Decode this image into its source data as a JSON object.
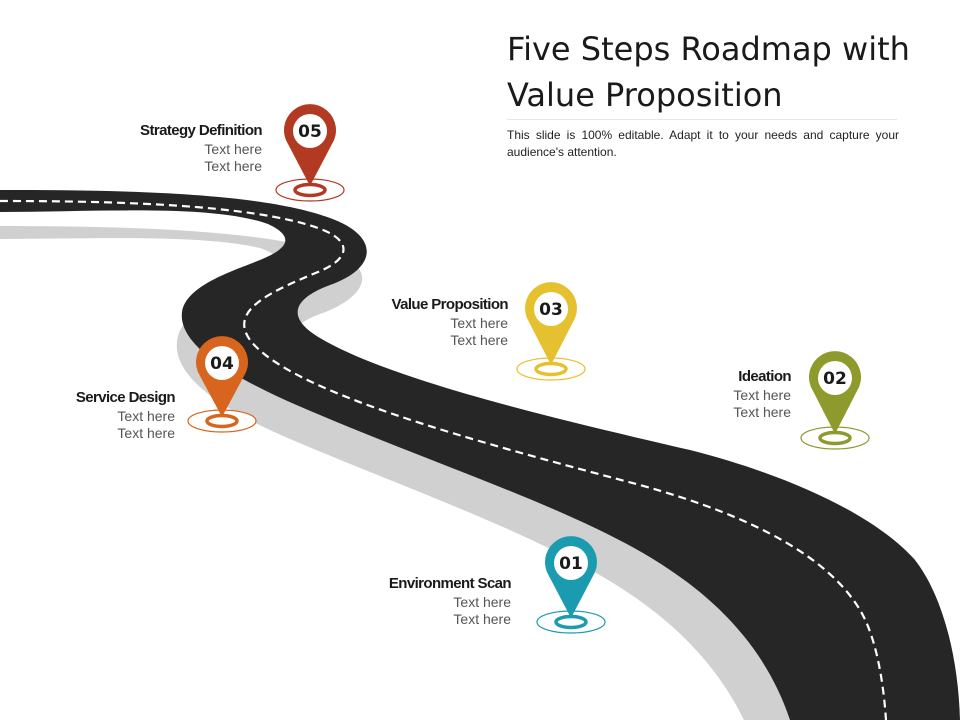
{
  "title": "Five Steps Roadmap with Value Proposition",
  "description": "This slide is 100% editable. Adapt it to your needs and capture your audience's attention.",
  "steps": [
    {
      "number": "01",
      "name": "Environment Scan",
      "line1": "Text here",
      "line2": "Text here",
      "color": "#1a9bb0"
    },
    {
      "number": "02",
      "name": "Ideation",
      "line1": "Text here",
      "line2": "Text here",
      "color": "#8e9a2c"
    },
    {
      "number": "03",
      "name": "Value Proposition",
      "line1": "Text here",
      "line2": "Text here",
      "color": "#e6c12f"
    },
    {
      "number": "04",
      "name": "Service Design",
      "line1": "Text here",
      "line2": "Text here",
      "color": "#d8651e"
    },
    {
      "number": "05",
      "name": "Strategy Definition",
      "line1": "Text here",
      "line2": "Text here",
      "color": "#b33a22"
    }
  ],
  "road": {
    "color": "#262626",
    "shadow": "#d0d0d0",
    "dash_color": "#ffffff"
  }
}
